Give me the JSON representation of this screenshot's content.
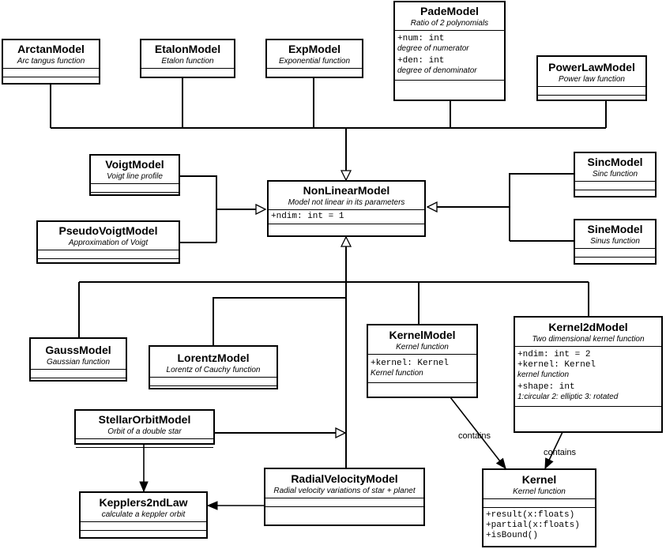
{
  "classes": {
    "arctan": {
      "name": "ArctanModel",
      "desc": "Arc tangus function"
    },
    "etalon": {
      "name": "EtalonModel",
      "desc": "Etalon function"
    },
    "exp": {
      "name": "ExpModel",
      "desc": "Exponential function"
    },
    "pade": {
      "name": "PadeModel",
      "desc": "Ratio of 2 polynomials",
      "attrs": [
        {
          "sig": "+num: int",
          "desc": "degree of numerator"
        },
        {
          "sig": "+den: int",
          "desc": "degree of denominator"
        }
      ]
    },
    "powerlaw": {
      "name": "PowerLawModel",
      "desc": "Power law function"
    },
    "voigt": {
      "name": "VoigtModel",
      "desc": "Voigt line profile"
    },
    "pseudovoigt": {
      "name": "PseudoVoigtModel",
      "desc": "Approximation of Voigt"
    },
    "nonlinear": {
      "name": "NonLinearModel",
      "desc": "Model not linear in its parameters",
      "attrs": [
        {
          "sig": "+ndim: int = 1"
        }
      ]
    },
    "sinc": {
      "name": "SincModel",
      "desc": "Sinc function"
    },
    "sine": {
      "name": "SineModel",
      "desc": "Sinus function"
    },
    "gauss": {
      "name": "GaussModel",
      "desc": "Gaussian function"
    },
    "lorentz": {
      "name": "LorentzModel",
      "desc": "Lorentz of Cauchy function"
    },
    "kernelmodel": {
      "name": "KernelModel",
      "desc": "Kernel function",
      "attrs": [
        {
          "sig": "+kernel: Kernel",
          "desc": "Kernel function"
        }
      ]
    },
    "kernel2d": {
      "name": "Kernel2dModel",
      "desc": "Two dimensional kernel function",
      "attrs": [
        {
          "sig": "+ndim: int = 2"
        },
        {
          "sig": "+kernel: Kernel",
          "desc": "kernel function"
        },
        {
          "sig": "+shape: int",
          "desc": "1:circular 2: elliptic 3: rotated"
        }
      ]
    },
    "stellar": {
      "name": "StellarOrbitModel",
      "desc": "Orbit of a double star"
    },
    "kepler": {
      "name": "Kepplers2ndLaw",
      "desc": "calculate a keppler orbit"
    },
    "radial": {
      "name": "RadialVelocityModel",
      "desc": "Radial velocity variations of star + planet"
    },
    "kernel": {
      "name": "Kernel",
      "desc": "Kernel function",
      "methods": [
        "+result(x:floats)",
        "+partial(x:floats)",
        "+isBound()"
      ]
    }
  },
  "edge_labels": {
    "contains_1": "contains",
    "contains_2": "contains"
  }
}
